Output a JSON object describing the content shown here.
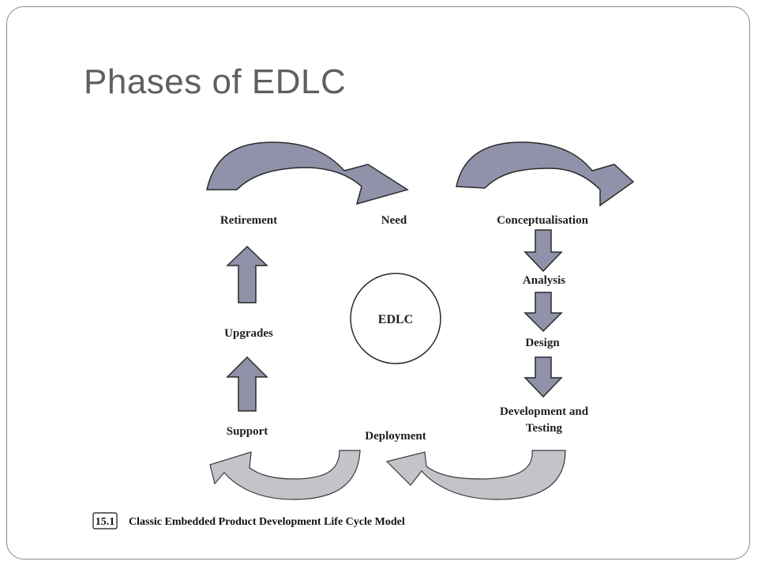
{
  "slide": {
    "title": "Phases of EDLC"
  },
  "diagram": {
    "center": "EDLC",
    "phases": {
      "retirement": "Retirement",
      "need": "Need",
      "conceptualisation": "Conceptualisation",
      "analysis": "Analysis",
      "design": "Design",
      "development_line1": "Development and",
      "development_line2": "Testing",
      "deployment": "Deployment",
      "support": "Support",
      "upgrades": "Upgrades"
    },
    "caption": {
      "number": "15.1",
      "text": "Classic Embedded Product Development Life Cycle Model"
    }
  },
  "colors": {
    "title": "#5f5f5f",
    "dark_arrow": "#8f92a8",
    "light_arrow": "#c2c4ca",
    "frame": "#8a8a8a"
  }
}
